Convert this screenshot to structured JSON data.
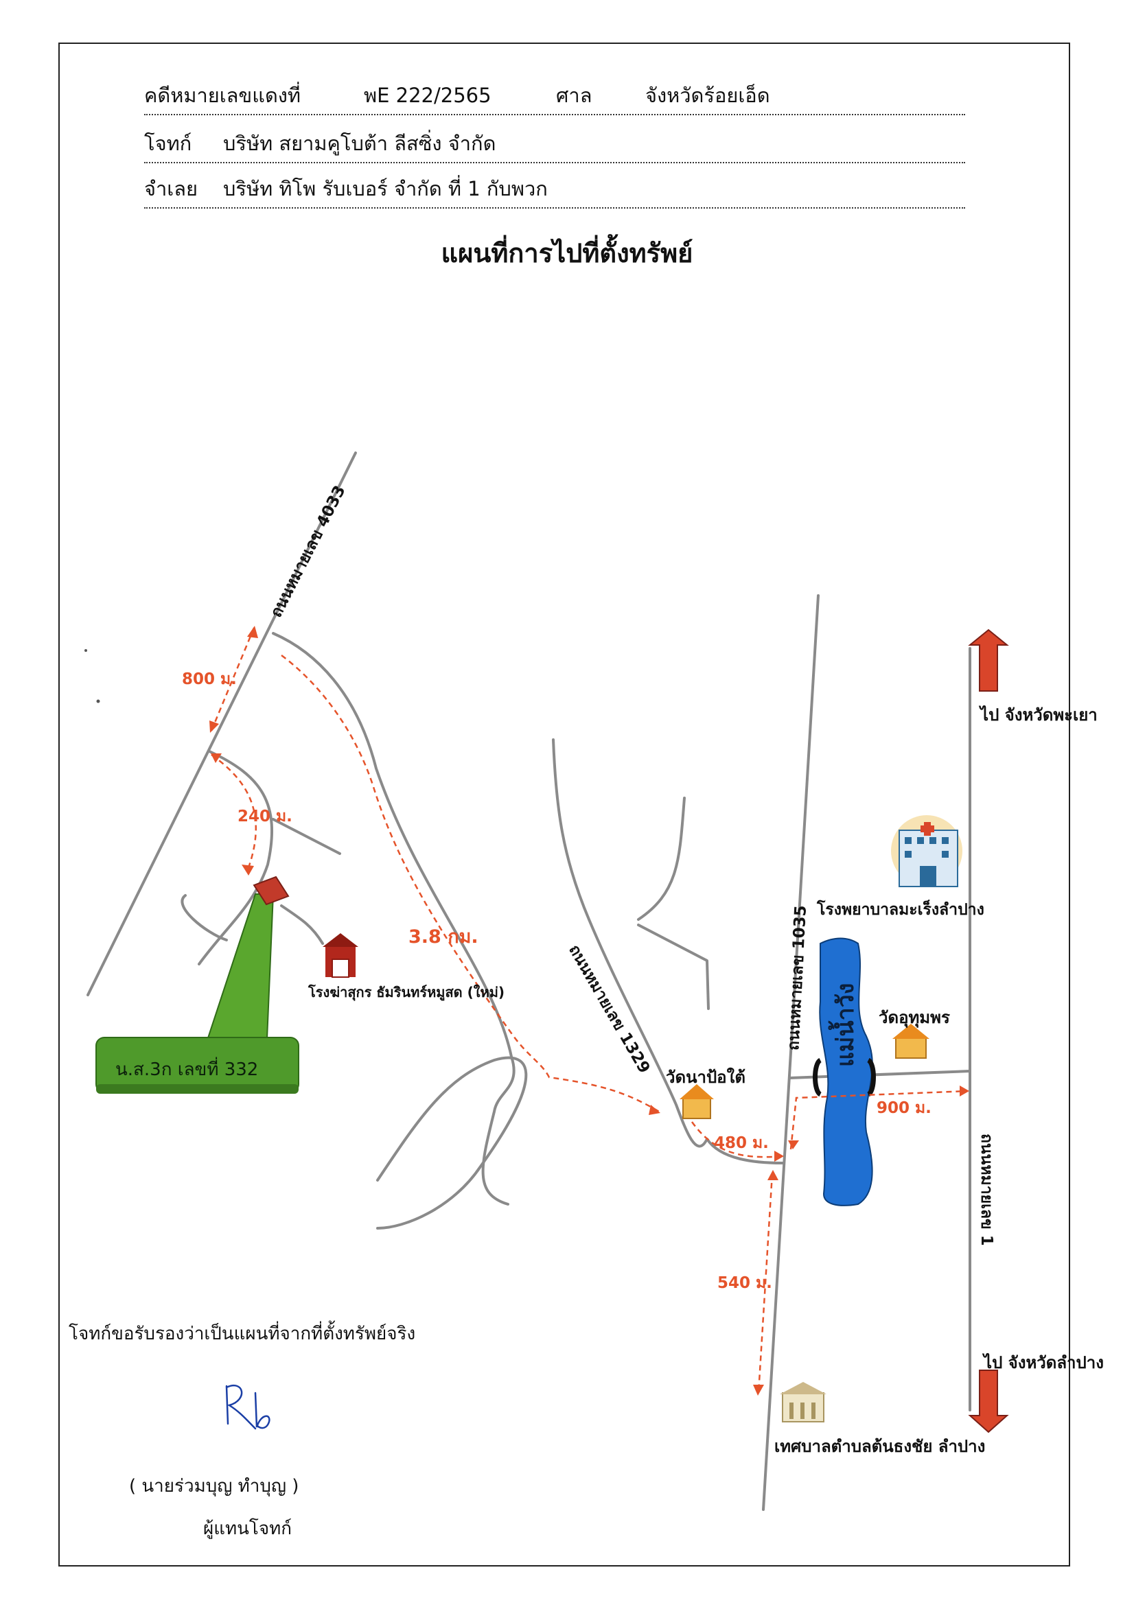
{
  "header": {
    "case_label": "คดีหมายเลขแดงที่",
    "case_no": "พE 222/2565",
    "court_label": "ศาล",
    "court": "จังหวัดร้อยเอ็ด",
    "plaintiff_label": "โจทก์",
    "plaintiff": "บริษัท สยามคูโบต้า ลีสซิ่ง  จำกัด",
    "defendant_label": "จำเลย",
    "defendant": "บริษัท ทิโพ รับเบอร์ จำกัด ที่ 1 กับพวก"
  },
  "title": "แผนที่การไปที่ตั้งทรัพย์",
  "map": {
    "road_4033": "ถนนหมายเลข 4033",
    "road_1329": "ถนนหมายเลข 1329",
    "road_1035": "ถนนหมายเลข 1035",
    "road_1": "ถนนหมายเลข 1",
    "dist_800": "800 ม.",
    "dist_240": "240 ม.",
    "dist_38km": "3.8 กม.",
    "dist_480": "480 ม.",
    "dist_900": "900 ม.",
    "dist_540": "540 ม.",
    "slaughterhouse": "โรงฆ่าสุกร ธัมรินทร์หมูสด (ใหม่)",
    "temple_napo": "วัดนาป้อใต้",
    "temple_uthum": "วัดอุทุมพร",
    "hospital": "โรงพยาบาลมะเร็งลำปาง",
    "river": "แม่น้ำวัง",
    "municipality": "เทศบาลตำบลต้นธงชัย ลำปาง",
    "to_phayao": "ไป จังหวัดพะเยา",
    "to_lampang": "ไป จังหวัดลำปาง",
    "land": "น.ส.3ก เลขที่ 332"
  },
  "footer": {
    "certify": "โจทก์ขอรับรองว่าเป็นแผนที่จากที่ตั้งทรัพย์จริง",
    "signer": "(    นายร่วมบุญ   ทำบุญ    )",
    "role": "ผู้แทนโจทก์"
  },
  "colors": {
    "road": "#8a8a8a",
    "route": "#e5532a",
    "river": "#1f6fd1",
    "land": "#4f9a2b",
    "arrow": "#d9452a"
  }
}
